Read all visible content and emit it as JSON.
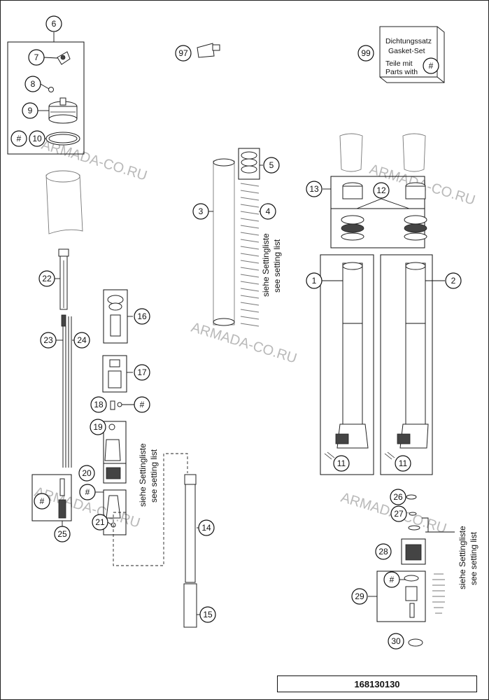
{
  "callouts": {
    "c1": "1",
    "c2": "2",
    "c3": "3",
    "c4": "4",
    "c5": "5",
    "c6": "6",
    "c7": "7",
    "c8": "8",
    "c9": "9",
    "c10": "10",
    "c11a": "11",
    "c11b": "11",
    "c12": "12",
    "c13": "13",
    "c14": "14",
    "c15": "15",
    "c16": "16",
    "c17": "17",
    "c18": "18",
    "c19": "19",
    "c20": "20",
    "c21": "21",
    "c22": "22",
    "c23": "23",
    "c24": "24",
    "c25": "25",
    "c26": "26",
    "c27": "27",
    "c28": "28",
    "c29": "29",
    "c30": "30",
    "c97": "97",
    "c99": "99",
    "hash": "#"
  },
  "gasket_set": {
    "line1": "Dichtungssatz",
    "line2": "Gasket-Set",
    "line3": "Teile mit",
    "line4": "Parts with"
  },
  "setting_note": {
    "de": "siehe Settingliste",
    "en": "see setting list"
  },
  "watermark": "ARMADA-CO.RU",
  "document_number": "168130130"
}
